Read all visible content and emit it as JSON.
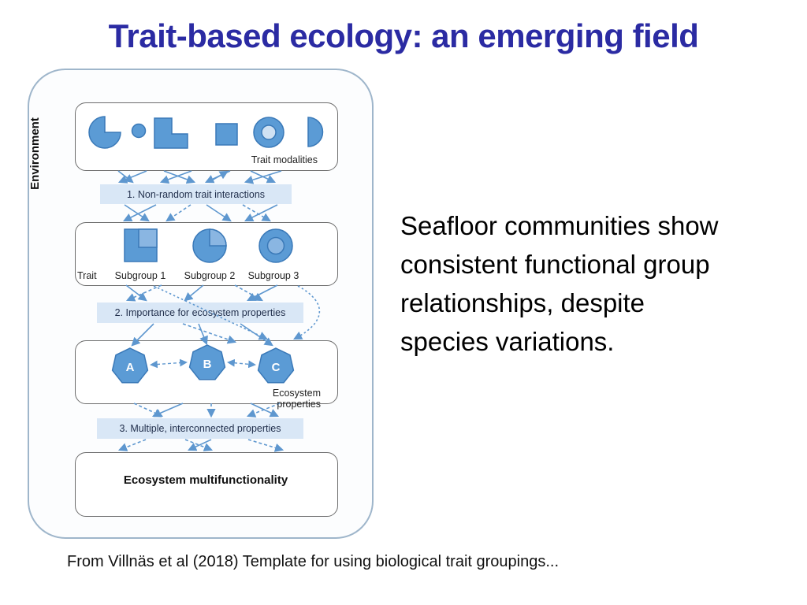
{
  "slide": {
    "title": "Trait-based ecology: an emerging field",
    "side_text_lines": [
      "Seafloor communities show",
      "consistent functional group",
      "relationships, despite",
      "species variations."
    ],
    "caption": "From Villnäs et al (2018) Template for using biological trait groupings..."
  },
  "diagram": {
    "environment_label": "Environment",
    "trait_modalities_label": "Trait modalities",
    "steps": [
      "1. Non-random trait interactions",
      "2. Importance for ecosystem properties",
      "3. Multiple, interconnected properties"
    ],
    "trait_label": "Trait",
    "subgroups": [
      "Subgroup 1",
      "Subgroup 2",
      "Subgroup 3"
    ],
    "ecosystem_properties_label": "Ecosystem properties",
    "property_nodes": [
      "A",
      "B",
      "C"
    ],
    "multifunctionality_label": "Ecosystem multifunctionality"
  },
  "colors": {
    "title": "#2b2ba3",
    "shape_fill": "#5b9bd5",
    "shape_fill_light": "#8ab6e2",
    "shape_stroke": "#3a79b8",
    "band_bg": "#d9e7f6",
    "arrow": "#5e97cf",
    "environment_border": "#9fb6cb"
  }
}
